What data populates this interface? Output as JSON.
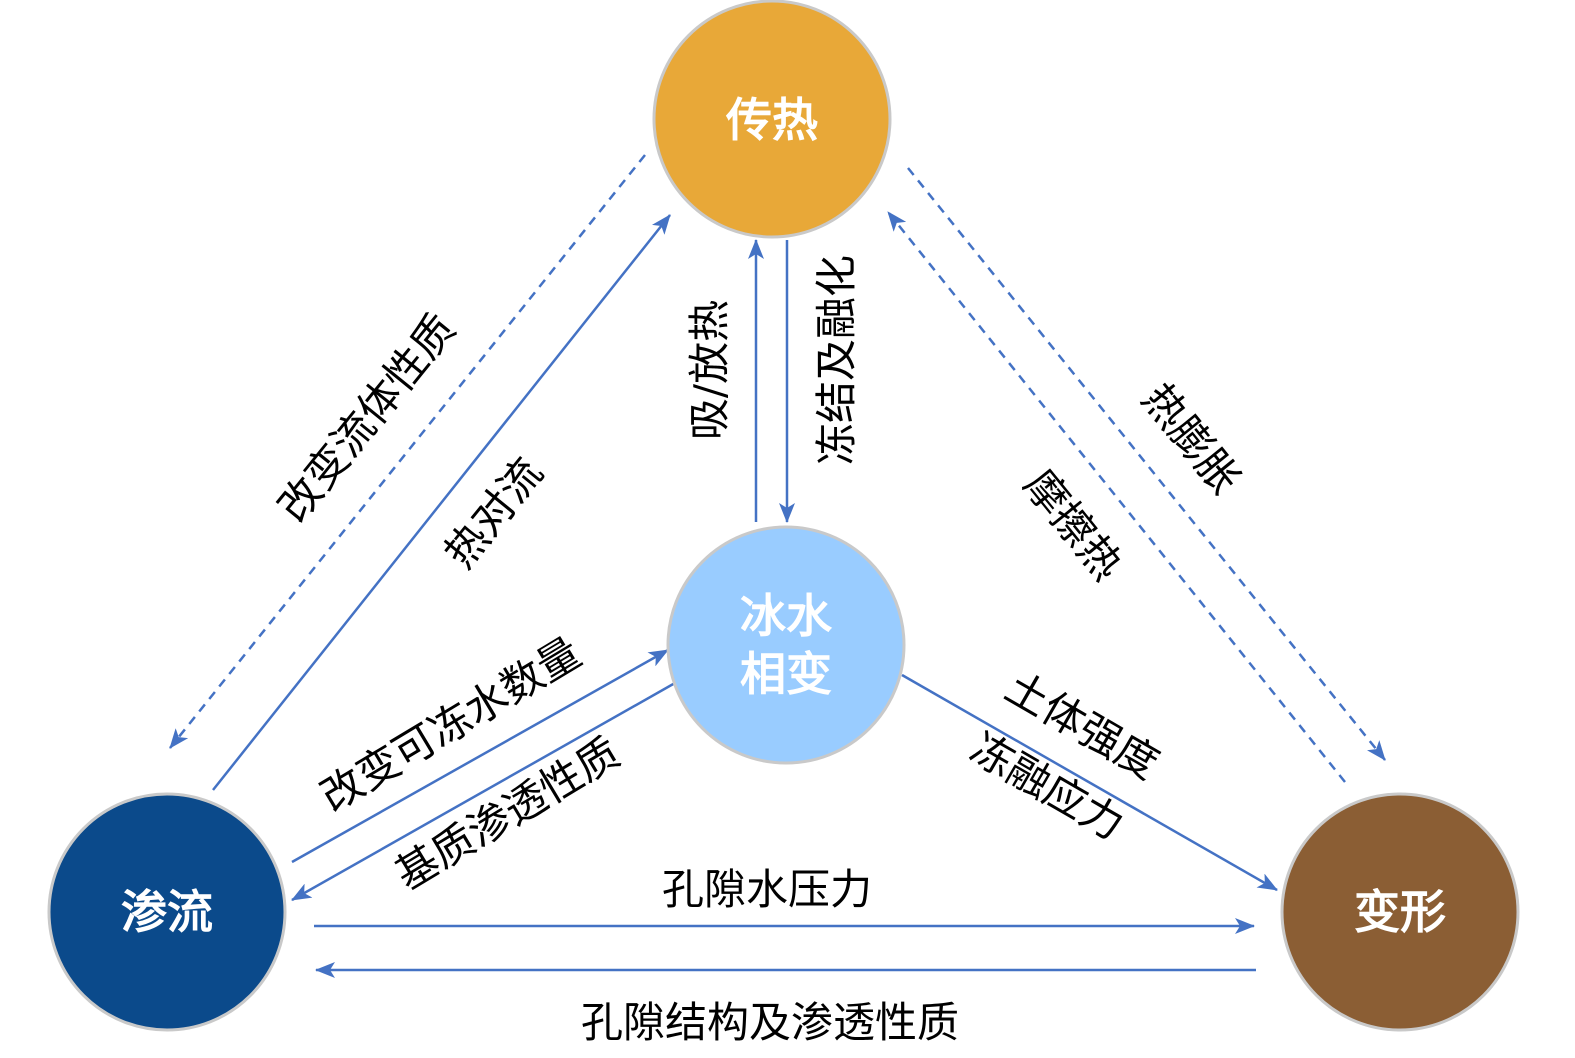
{
  "nodes": {
    "heat": {
      "label": "传热",
      "color": "#E8A838"
    },
    "phase": {
      "label_line1": "冰水",
      "label_line2": "相变",
      "color": "#99CCFF"
    },
    "seepage": {
      "label": "渗流",
      "color": "#0B4A8B"
    },
    "deform": {
      "label": "变形",
      "color": "#8B5E34"
    }
  },
  "edges": {
    "seepage_to_heat": "热对流",
    "heat_to_seepage": "改变流体性质",
    "phase_to_heat": "吸/放热",
    "heat_to_phase": "冻结及融化",
    "heat_to_deform": "热膨胀",
    "deform_to_heat": "摩擦热",
    "seepage_to_phase": "改变可冻水数量",
    "phase_to_seepage": "基质渗透性质",
    "phase_to_deform_1": "土体强度",
    "phase_to_deform_2": "冻融应力",
    "seepage_to_deform": "孔隙水压力",
    "deform_to_seepage": "孔隙结构及渗透性质"
  },
  "colors": {
    "arrow": "#4472C4",
    "node_border": "#C9C9C9"
  }
}
